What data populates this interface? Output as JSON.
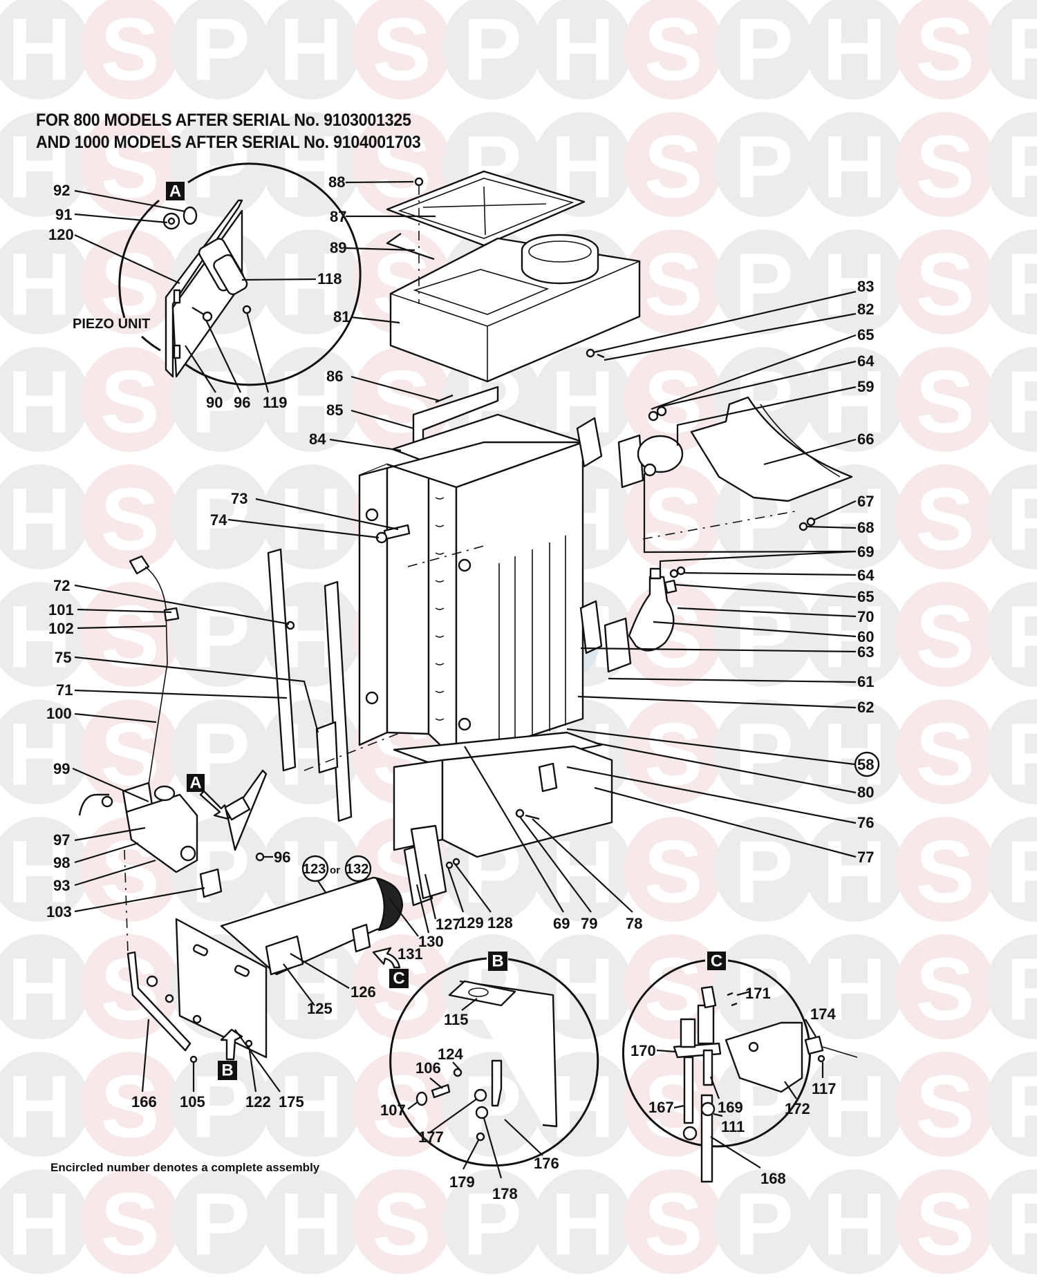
{
  "header": {
    "line_1": "FOR 800 MODELS AFTER SERIAL No. 9103001325",
    "line_2": "AND 1000 MODELS AFTER SERIAL No. 9104001703"
  },
  "footnote": "Encircled number denotes a complete assembly",
  "watermark": {
    "letters": [
      "H",
      "S",
      "P"
    ],
    "colors": {
      "H": "#ececec",
      "S": "#f7e9e9",
      "P": "#ececec"
    },
    "center_logo_colors": {
      "H": "#dde5ef",
      "S": "#f2dcdc",
      "P": "#dde5ef"
    }
  },
  "detail_views": {
    "A": {
      "tag": "A",
      "caption": "PIEZO UNIT",
      "parts": [
        "92",
        "91",
        "120",
        "118",
        "90",
        "96",
        "119"
      ]
    },
    "B": {
      "tag": "B",
      "parts": [
        "115",
        "124",
        "106",
        "107",
        "177",
        "179",
        "178",
        "176"
      ]
    },
    "C": {
      "tag": "C",
      "parts": [
        "171",
        "174",
        "170",
        "117",
        "167",
        "169",
        "111",
        "172",
        "168"
      ]
    }
  },
  "detail_pointers": {
    "A": "A",
    "B": "B",
    "C": "C"
  },
  "assembly_markers": {
    "burner_a": "123",
    "or_text": "or",
    "burner_b": "132",
    "heat_exchanger": "58"
  },
  "labels": {
    "l92": "92",
    "l91": "91",
    "l120": "120",
    "l118": "118",
    "piezo": "PIEZO UNIT",
    "l90": "90",
    "l96a": "96",
    "l119": "119",
    "l88": "88",
    "l87": "87",
    "l89": "89",
    "l81": "81",
    "l86": "86",
    "l85": "85",
    "l84": "84",
    "l83": "83",
    "l82": "82",
    "l65a": "65",
    "l64a": "64",
    "l59": "59",
    "l66": "66",
    "l73": "73",
    "l74": "74",
    "l67": "67",
    "l68": "68",
    "l69a": "69",
    "l64b": "64",
    "l65b": "65",
    "l70": "70",
    "l60": "60",
    "l63": "63",
    "l61": "61",
    "l62": "62",
    "l80": "80",
    "l76": "76",
    "l77": "77",
    "l72": "72",
    "l101": "101",
    "l102": "102",
    "l75": "75",
    "l71": "71",
    "l100": "100",
    "l99": "99",
    "l97": "97",
    "l98": "98",
    "l93": "93",
    "l103": "103",
    "l96b": "96",
    "l127": "127",
    "l129": "129",
    "l128": "128",
    "l69b": "69",
    "l79": "79",
    "l78": "78",
    "l130": "130",
    "l131": "131",
    "l126": "126",
    "l125": "125",
    "l166": "166",
    "l105": "105",
    "l122": "122",
    "l175": "175",
    "l115": "115",
    "l124": "124",
    "l106": "106",
    "l107": "107",
    "l177": "177",
    "l179": "179",
    "l178": "178",
    "l176": "176",
    "l171": "171",
    "l174": "174",
    "l170": "170",
    "l117": "117",
    "l167": "167",
    "l169": "169",
    "l111": "111",
    "l172": "172",
    "l168": "168"
  }
}
